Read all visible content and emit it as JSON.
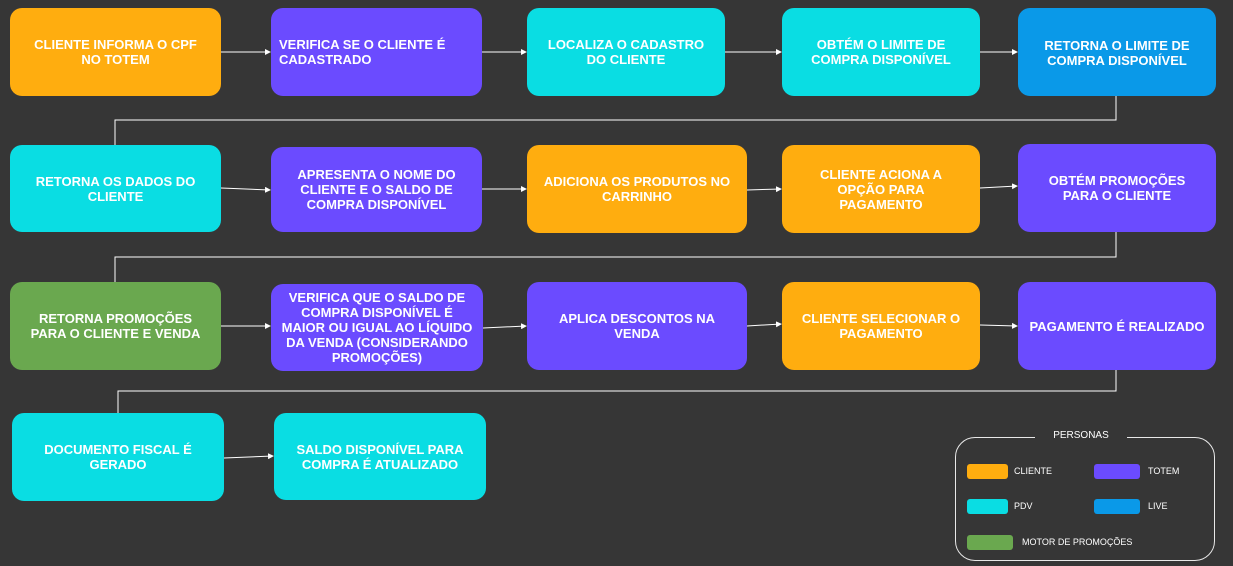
{
  "steps": [
    {
      "label": "CLIENTE INFORMA O CPF NO TOTEM",
      "persona": "cliente"
    },
    {
      "label": "VERIFICA SE O CLIENTE É CADASTRADO",
      "persona": "totem"
    },
    {
      "label": "LOCALIZA O CADASTRO DO CLIENTE",
      "persona": "pdv"
    },
    {
      "label": "OBTÉM O LIMITE DE COMPRA DISPONÍVEL",
      "persona": "pdv"
    },
    {
      "label": "RETORNA O LIMITE DE COMPRA DISPONÍVEL",
      "persona": "live"
    },
    {
      "label": "RETORNA  OS DADOS DO CLIENTE",
      "persona": "pdv"
    },
    {
      "label": "APRESENTA O NOME DO CLIENTE E O SALDO DE COMPRA DISPONÍVEL",
      "persona": "totem"
    },
    {
      "label": "ADICIONA OS PRODUTOS NO CARRINHO",
      "persona": "cliente"
    },
    {
      "label": "CLIENTE ACIONA A OPÇÃO PARA PAGAMENTO",
      "persona": "cliente"
    },
    {
      "label": "OBTÉM PROMOÇÕES PARA O CLIENTE",
      "persona": "totem"
    },
    {
      "label": "RETORNA PROMOÇÕES PARA O CLIENTE E VENDA",
      "persona": "motor"
    },
    {
      "label": "VERIFICA QUE O SALDO DE COMPRA DISPONÍVEL É MAIOR OU IGUAL AO LÍQUIDO DA VENDA (CONSIDERANDO PROMOÇÕES)",
      "persona": "totem"
    },
    {
      "label": "APLICA DESCONTOS NA VENDA",
      "persona": "totem"
    },
    {
      "label": "CLIENTE SELECIONAR O PAGAMENTO",
      "persona": "cliente"
    },
    {
      "label": "PAGAMENTO É REALIZADO",
      "persona": "totem"
    },
    {
      "label": "DOCUMENTO FISCAL É GERADO",
      "persona": "pdv"
    },
    {
      "label": "SALDO DISPONÍVEL PARA COMPRA É ATUALIZADO",
      "persona": "pdv"
    }
  ],
  "legend": {
    "title": "PERSONAS",
    "items": [
      {
        "label": "CLIENTE",
        "color": "#FFAD0F"
      },
      {
        "label": "TOTEM",
        "color": "#6B4BFF"
      },
      {
        "label": "PDV",
        "color": "#0ADDE3"
      },
      {
        "label": "LIVE",
        "color": "#0A99E8"
      },
      {
        "label": "MOTOR DE PROMOÇÕES",
        "color": "#6AA84F"
      }
    ]
  }
}
